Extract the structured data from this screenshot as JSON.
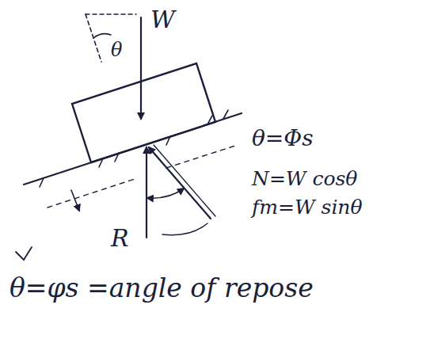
{
  "diagram": {
    "labels": [
      "W",
      "θ",
      "θ=Φs",
      "N=W cosθ",
      "fm=W sinθ",
      "R",
      "θ=φs =angle of repose"
    ]
  }
}
